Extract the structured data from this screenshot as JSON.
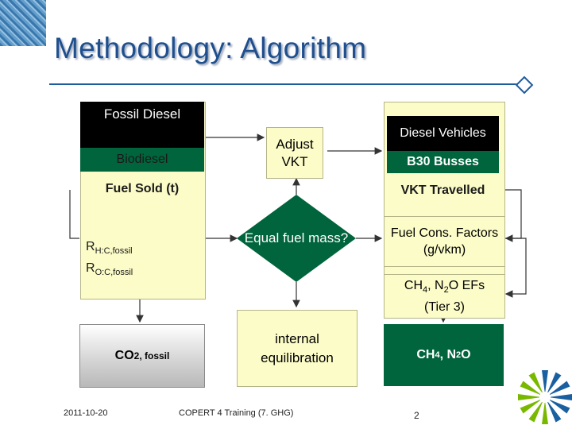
{
  "slide": {
    "title": "Methodology: Algorithm"
  },
  "left_column": {
    "fossil_diesel": "Fossil Diesel",
    "biodiesel": "Biodiesel",
    "fuel_sold": "Fuel Sold (t)",
    "ratio_hc": {
      "letter": "R",
      "sub": "H:C,fossil"
    },
    "ratio_oc": {
      "letter": "R",
      "sub": "O:C,fossil"
    },
    "co2": {
      "main": "CO",
      "sub": "2, fossil"
    }
  },
  "center_column": {
    "adjust_vkt": "Adjust VKT",
    "equal_fuel_mass": "Equal fuel mass?",
    "internal_equilibration": "internal equilibration"
  },
  "right_column": {
    "diesel_vehicles": "Diesel Vehicles",
    "b30_busses": "B30 Busses",
    "vkt_travelled": "VKT Travelled",
    "fuel_consumption_factors": "Fuel Cons. Factors (g/vkm)",
    "emission_factors": {
      "ch4": "CH",
      "ch4_sub": "4",
      "n2o_prefix": ", N",
      "n2o_sub": "2",
      "n2o_suffix": "O EFs",
      "tier": "(Tier 3)"
    },
    "ch4_n2o_output": {
      "ch4": "CH",
      "ch4_sub": "4",
      "sep": ", N",
      "n2o_sub": "2",
      "o": "O"
    }
  },
  "footer": {
    "date": "2011-10-20",
    "course": "COPERT 4 Training (7. GHG)",
    "page_number": "2"
  },
  "colors": {
    "title_blue": "#1f4f8f",
    "tan_box": "#fcfcc8",
    "dark_green": "#00643c",
    "black": "#000000",
    "logo_blue": "#1a5fa0",
    "logo_green": "#7ab800"
  }
}
